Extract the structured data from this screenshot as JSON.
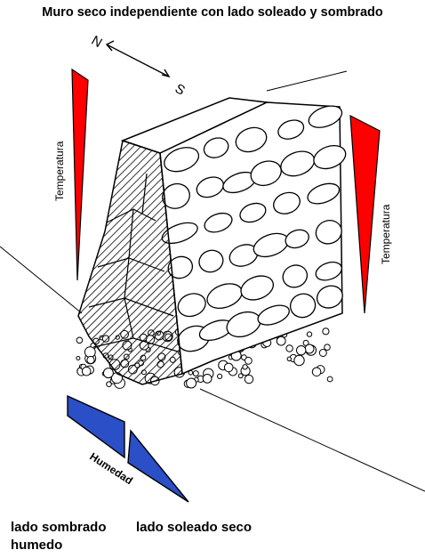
{
  "title": "Muro seco independiente con lado soleado y sombrado",
  "compass": {
    "north": "N",
    "south": "S"
  },
  "temperature_label_left": "Temperatura",
  "temperature_label_right": "Temperatura",
  "humidity_label": "Humedad",
  "caption_left": "lado sombrado humedo",
  "caption_right": "lado soleado seco",
  "colors": {
    "temperature": "#ff0000",
    "humidity": "#2b4fc7",
    "outline": "#000000"
  }
}
